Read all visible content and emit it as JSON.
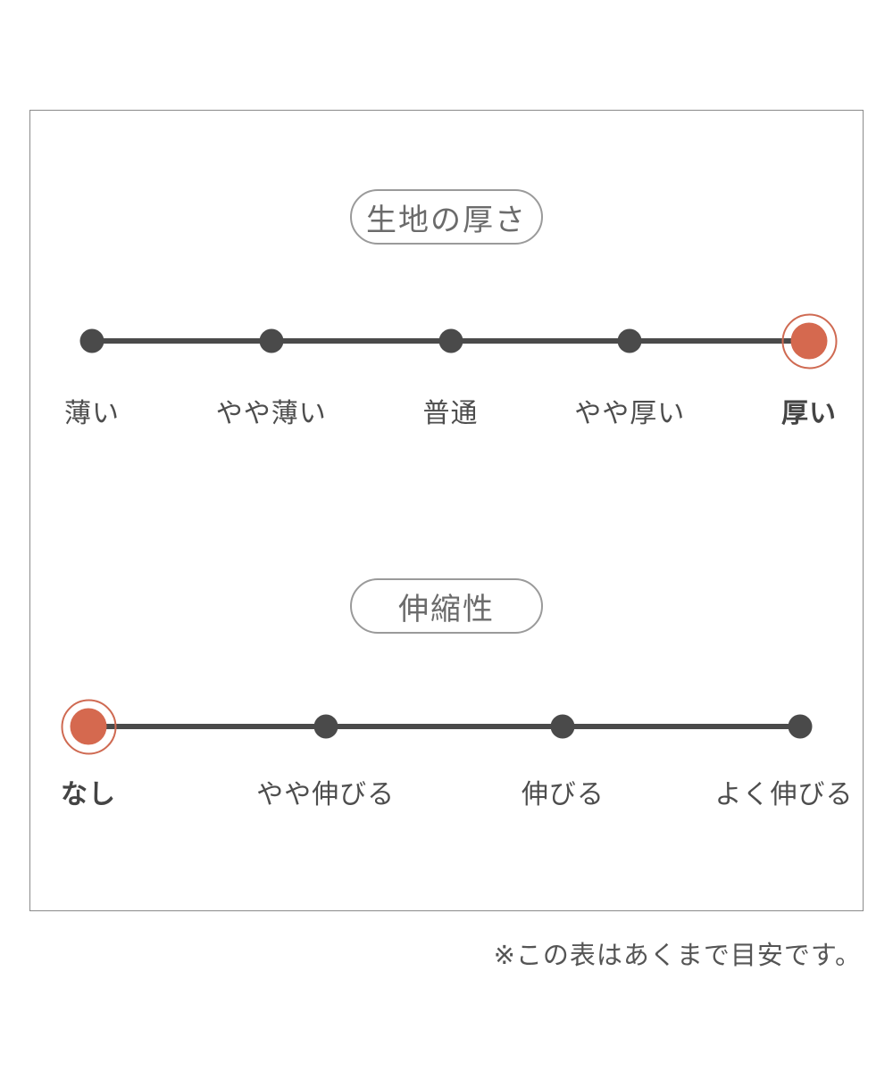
{
  "chart_data": [
    {
      "type": "scatter",
      "title": "生地の厚さ",
      "categories": [
        "薄い",
        "やや薄い",
        "普通",
        "やや厚い",
        "厚い"
      ],
      "values": [
        0,
        0,
        0,
        0,
        1
      ],
      "selected": "厚い",
      "selected_index": 4,
      "legend_position": "none",
      "note": "5-point rating scale, rightmost point highlighted"
    },
    {
      "type": "scatter",
      "title": "伸縮性",
      "categories": [
        "なし",
        "やや伸びる",
        "伸びる",
        "よく伸びる"
      ],
      "values": [
        1,
        0,
        0,
        0
      ],
      "selected": "なし",
      "selected_index": 0,
      "legend_position": "none",
      "note": "4-point rating scale, leftmost point highlighted"
    }
  ],
  "scales": [
    {
      "title": "生地の厚さ",
      "selected_index": 4,
      "options": [
        "薄い",
        "やや薄い",
        "普通",
        "やや厚い",
        "厚い"
      ]
    },
    {
      "title": "伸縮性",
      "selected_index": 0,
      "options": [
        "なし",
        "やや伸びる",
        "伸びる",
        "よく伸びる"
      ]
    }
  ],
  "footnote": "※この表はあくまで目安です。",
  "colors": {
    "accent_red": "#d5694f",
    "accent_ring": "#cf6a52",
    "track_gray": "#4a4a4a",
    "label_gray": "#4d4d4d",
    "pill_border": "#9a9a9a",
    "pill_text": "#6b6b6b",
    "box_border": "#8a8a8a",
    "footnote_gray": "#555555"
  }
}
